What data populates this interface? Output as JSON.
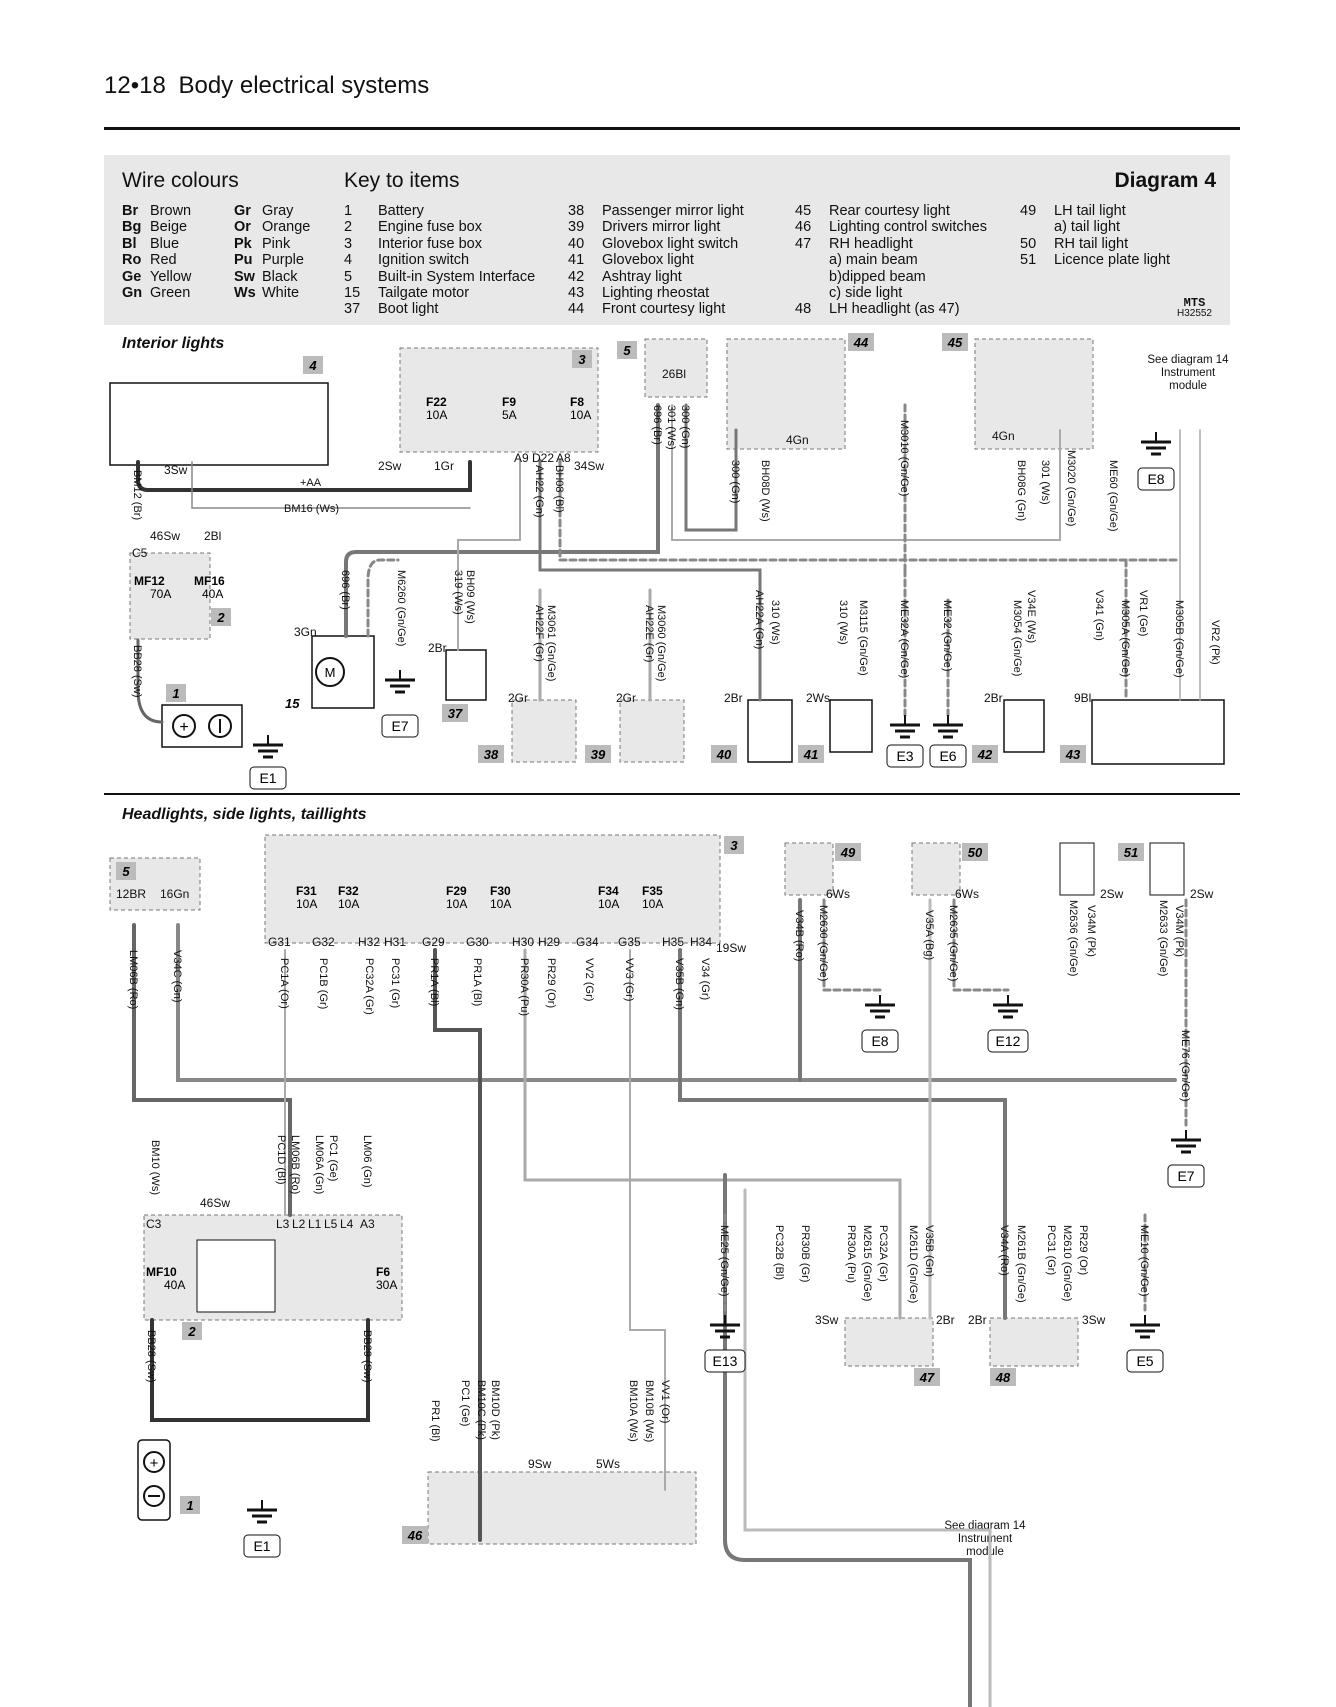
{
  "header": {
    "page_number": "12•18",
    "title": "Body electrical systems"
  },
  "legend": {
    "wire_colours_title": "Wire colours",
    "key_title": "Key to items",
    "diagram_label": "Diagram 4",
    "mts_code": "MTS",
    "ref_code": "H32552",
    "colours_col1": [
      {
        "code": "Br",
        "name": "Brown"
      },
      {
        "code": "Bg",
        "name": "Beige"
      },
      {
        "code": "Bl",
        "name": "Blue"
      },
      {
        "code": "Ro",
        "name": "Red"
      },
      {
        "code": "Ge",
        "name": "Yellow"
      },
      {
        "code": "Gn",
        "name": "Green"
      }
    ],
    "colours_col2": [
      {
        "code": "Gr",
        "name": "Gray"
      },
      {
        "code": "Or",
        "name": "Orange"
      },
      {
        "code": "Pk",
        "name": "Pink"
      },
      {
        "code": "Pu",
        "name": "Purple"
      },
      {
        "code": "Sw",
        "name": "Black"
      },
      {
        "code": "Ws",
        "name": "White"
      }
    ],
    "items_col1": [
      {
        "num": "1",
        "name": "Battery"
      },
      {
        "num": "2",
        "name": "Engine fuse box"
      },
      {
        "num": "3",
        "name": "Interior fuse box"
      },
      {
        "num": "4",
        "name": "Ignition switch"
      },
      {
        "num": "5",
        "name": "Built-in System Interface"
      },
      {
        "num": "15",
        "name": "Tailgate motor"
      },
      {
        "num": "37",
        "name": "Boot light"
      }
    ],
    "items_col2": [
      {
        "num": "38",
        "name": "Passenger mirror light"
      },
      {
        "num": "39",
        "name": "Drivers mirror light"
      },
      {
        "num": "40",
        "name": "Glovebox light switch"
      },
      {
        "num": "41",
        "name": "Glovebox light"
      },
      {
        "num": "42",
        "name": "Ashtray light"
      },
      {
        "num": "43",
        "name": "Lighting rheostat"
      },
      {
        "num": "44",
        "name": "Front courtesy light"
      }
    ],
    "items_col3": [
      {
        "num": "45",
        "name": "Rear courtesy light"
      },
      {
        "num": "46",
        "name": "Lighting control switches"
      },
      {
        "num": "47",
        "name": "RH headlight"
      },
      {
        "num": "",
        "name": "a) main beam"
      },
      {
        "num": "",
        "name": "b)dipped beam"
      },
      {
        "num": "",
        "name": "c) side light"
      },
      {
        "num": "48",
        "name": "LH headlight (as 47)"
      }
    ],
    "items_col4": [
      {
        "num": "49",
        "name": "LH tail light"
      },
      {
        "num": "",
        "name": "a) tail light"
      },
      {
        "num": "50",
        "name": "RH tail light"
      },
      {
        "num": "51",
        "name": "Licence plate light"
      }
    ]
  },
  "sections": {
    "interior": "Interior lights",
    "headlights": "Headlights, side lights, taillights"
  },
  "notes": {
    "top": [
      "See diagram 14",
      "Instrument",
      "module"
    ],
    "bottom": [
      "See diagram 14",
      "Instrument",
      "module"
    ]
  },
  "components": {
    "top": [
      {
        "id": "4",
        "label": "4"
      },
      {
        "id": "3",
        "label": "3"
      },
      {
        "id": "5",
        "label": "5"
      },
      {
        "id": "44",
        "label": "44"
      },
      {
        "id": "45",
        "label": "45"
      },
      {
        "id": "2",
        "label": "2"
      },
      {
        "id": "1",
        "label": "1"
      },
      {
        "id": "15",
        "label": "15"
      },
      {
        "id": "37",
        "label": "37"
      },
      {
        "id": "38",
        "label": "38"
      },
      {
        "id": "39",
        "label": "39"
      },
      {
        "id": "40",
        "label": "40"
      },
      {
        "id": "41",
        "label": "41"
      },
      {
        "id": "42",
        "label": "42"
      },
      {
        "id": "43",
        "label": "43"
      }
    ],
    "bottom": [
      {
        "id": "5",
        "label": "5"
      },
      {
        "id": "3",
        "label": "3"
      },
      {
        "id": "49",
        "label": "49"
      },
      {
        "id": "50",
        "label": "50"
      },
      {
        "id": "51",
        "label": "51"
      },
      {
        "id": "2",
        "label": "2"
      },
      {
        "id": "1",
        "label": "1"
      },
      {
        "id": "47",
        "label": "47"
      },
      {
        "id": "48",
        "label": "48"
      },
      {
        "id": "46",
        "label": "46"
      }
    ]
  },
  "fuses": {
    "top": [
      {
        "name": "F22",
        "rating": "10A"
      },
      {
        "name": "F9",
        "rating": "5A"
      },
      {
        "name": "F8",
        "rating": "10A"
      },
      {
        "name": "MF12",
        "rating": "70A"
      },
      {
        "name": "MF16",
        "rating": "40A"
      }
    ],
    "bottom": [
      {
        "name": "F31",
        "rating": "10A"
      },
      {
        "name": "F32",
        "rating": "10A"
      },
      {
        "name": "F29",
        "rating": "10A"
      },
      {
        "name": "F30",
        "rating": "10A"
      },
      {
        "name": "F34",
        "rating": "10A"
      },
      {
        "name": "F35",
        "rating": "10A"
      },
      {
        "name": "MF10",
        "rating": "40A"
      },
      {
        "name": "F6",
        "rating": "30A"
      }
    ]
  },
  "grounds": {
    "top": [
      "E7",
      "E1",
      "E8",
      "E3",
      "E6"
    ],
    "bottom": [
      "E8",
      "E12",
      "E7",
      "E13",
      "E5",
      "E1"
    ]
  },
  "wires_top": [
    "BM12 (Br)",
    "BM16 (Ws)",
    "+AA",
    "BB28 (Sw)",
    "696 (Br)",
    "M6260 (Gn/Ge)",
    "319 (Ws)",
    "BH09 (Ws)",
    "AH22 (Gn)",
    "BH08 (Bl)",
    "696 (Br)",
    "301 (Ws)",
    "300 (Gn)",
    "300 (Gn)",
    "BH08D (Ws)",
    "M3010 (Gn/Ge)",
    "BH08G (Gn)",
    "301 (Ws)",
    "M3020 (Gn/Ge)",
    "ME60 (Gn/Ge)",
    "M3061 (Gn/Ge)",
    "AH22F (Gr)",
    "M3060 (Gn/Ge)",
    "AH22E (Gr)",
    "AH22A (Gn)",
    "310 (Ws)",
    "M3115 (Gn/Ge)",
    "310 (Ws)",
    "ME32A (Gn/Ge)",
    "ME32 (Gn/Ge)",
    "M3054 (Gn/Ge)",
    "V34E (Ws)",
    "V341 (Gn)",
    "M305A (Gn/Ge)",
    "VR1 (Ge)",
    "M305B (Gn/Ge)",
    "VR2 (Pk)"
  ],
  "wires_bottom": [
    "LM06B (Ro)",
    "V34C (Gn)",
    "PC1A (Or)",
    "PC1B (Gr)",
    "PC32A (Gr)",
    "PC31 (Gr)",
    "PR1A (Bl)",
    "PR1A (Bl)",
    "PR30A (Pu)",
    "PR29 (Or)",
    "VV2 (Gr)",
    "VV3 (Gr)",
    "V35B (Gn)",
    "V34 (Gr)",
    "V34B (Ro)",
    "M2630 (Gn/Ge)",
    "V35A (Bg)",
    "M2635 (Gn/Ge)",
    "V34M (Pk)",
    "M2636 (Gn/Ge)",
    "V34M (Pk)",
    "M2633 (Gn/Ge)",
    "ME76 (Gn/Ge)",
    "BM10 (Ws)",
    "PC1D (Bl)",
    "LM06B (Ro)",
    "LM06A (Gn)",
    "PC1 (Ge)",
    "LM06 (Gn)",
    "BB28 (Sw)",
    "BB29 (Sw)",
    "ME25 (Gn/Ge)",
    "PC32B (Bl)",
    "PR30B (Gr)",
    "PR30A (Pu)",
    "M2615 (Gn/Ge)",
    "PC32A (Gr)",
    "M261D (Gn/Ge)",
    "V35B (Gn)",
    "V34A (Ro)",
    "M261B (Gn/Ge)",
    "PC31 (Gr)",
    "M2610 (Gn/Ge)",
    "PR29 (Or)",
    "ME10 (Gn/Ge)",
    "PR1 (Bl)",
    "PC1 (Ge)",
    "BM10C (Pk)",
    "BM10D (Pk)",
    "BM10A (Ws)",
    "BM10B (Ws)",
    "VV1 (Or)"
  ],
  "pins_top": [
    "3Sw",
    "2Sw",
    "1Gr",
    "34Sw",
    "26Bl",
    "4Gn",
    "4Gn",
    "46Sw",
    "2Bl",
    "3Gn",
    "2Br",
    "2Gr",
    "2Gr",
    "2Br",
    "2Ws",
    "2Br",
    "9Bl",
    "C5",
    "A9",
    "D22",
    "A8"
  ],
  "pins_bottom": [
    "12BR",
    "16Gn",
    "19Sw",
    "6Ws",
    "6Ws",
    "2Sw",
    "2Sw",
    "46Sw",
    "3Sw",
    "2Br",
    "2Br",
    "3Sw",
    "9Sw",
    "5Ws",
    "G31",
    "G32",
    "H32",
    "H31",
    "G29",
    "G30",
    "H30",
    "H29",
    "G34",
    "G35",
    "H35",
    "H34",
    "C3",
    "L3",
    "L2",
    "L1",
    "L5",
    "L4",
    "A3"
  ]
}
